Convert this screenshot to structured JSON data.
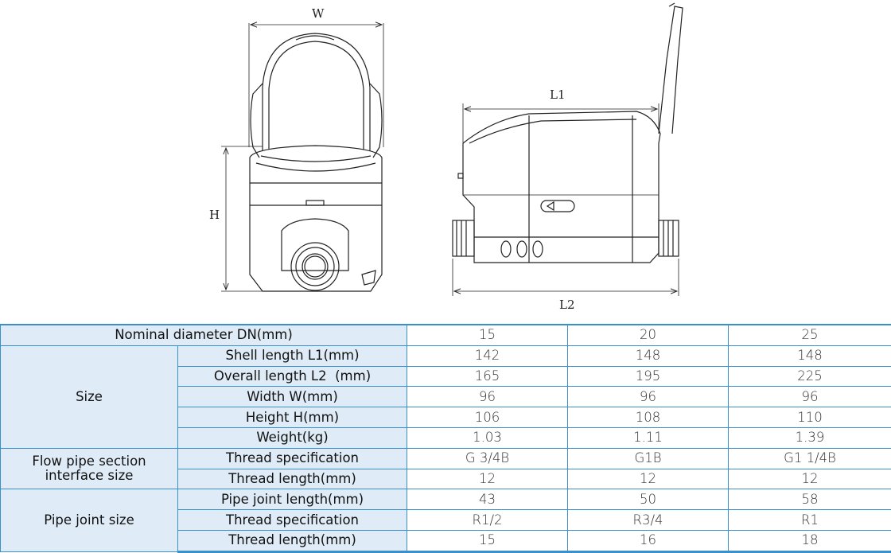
{
  "dimension_labels": {
    "width": "W",
    "height": "H",
    "shell_length": "L1",
    "overall_length": "L2"
  },
  "table": {
    "header": {
      "label": "Nominal diameter DN(mm)",
      "values": [
        "15",
        "20",
        "25"
      ]
    },
    "groups": [
      {
        "name": "Size",
        "rows": [
          {
            "label": "Shell length L1(mm)",
            "values": [
              "142",
              "148",
              "148"
            ]
          },
          {
            "label": "Overall length L2  (mm)",
            "values": [
              "165",
              "195",
              "225"
            ]
          },
          {
            "label": "Width W(mm)",
            "values": [
              "96",
              "96",
              "96"
            ]
          },
          {
            "label": "Height H(mm)",
            "values": [
              "106",
              "108",
              "110"
            ]
          },
          {
            "label": "Weight(kg)",
            "values": [
              "1.03",
              "1.11",
              "1.39"
            ]
          }
        ]
      },
      {
        "name": "Flow pipe section interface size",
        "rows": [
          {
            "label": "Thread specification",
            "values": [
              "G 3/4B",
              "G1B",
              "G1 1/4B"
            ]
          },
          {
            "label": "Thread length(mm)",
            "values": [
              "12",
              "12",
              "12"
            ]
          }
        ]
      },
      {
        "name": "Pipe joint size",
        "rows": [
          {
            "label": "Pipe joint length(mm)",
            "values": [
              "43",
              "50",
              "58"
            ]
          },
          {
            "label": "Thread specification",
            "values": [
              "R1/2",
              "R3/4",
              "R1"
            ]
          },
          {
            "label": "Thread length(mm)",
            "values": [
              "15",
              "16",
              "18"
            ]
          }
        ]
      }
    ]
  }
}
